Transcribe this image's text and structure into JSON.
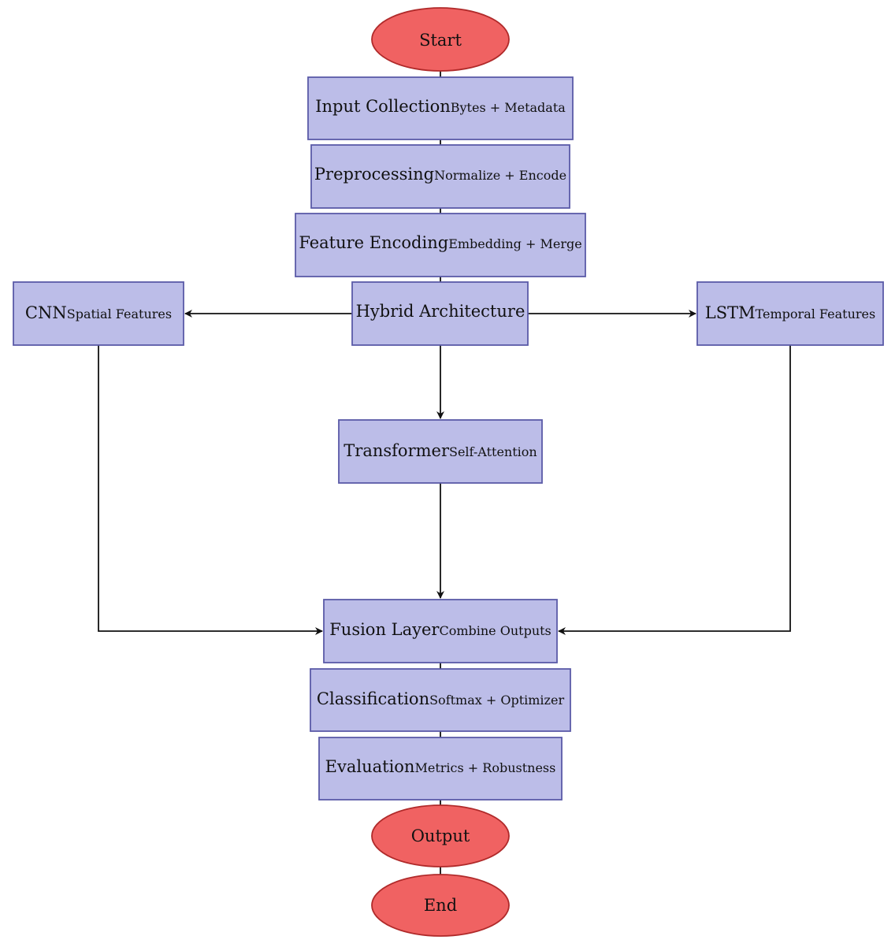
{
  "colors": {
    "process_fill": "#bcbde8",
    "process_stroke": "#5b5ba8",
    "terminal_fill": "#f06262",
    "terminal_stroke": "#b02a2a",
    "edge": "#111111"
  },
  "nodes": {
    "start": {
      "label": "Start"
    },
    "input": {
      "main": "Input Collection",
      "sub": "Bytes + Metadata"
    },
    "preprocessing": {
      "main": "Preprocessing",
      "sub": "Normalize + Encode"
    },
    "feature": {
      "main": "Feature Encoding",
      "sub": "Embedding + Merge"
    },
    "hybrid": {
      "main": "Hybrid Architecture",
      "sub": ""
    },
    "cnn": {
      "main": "CNN",
      "sub": "Spatial Features"
    },
    "lstm": {
      "main": "LSTM",
      "sub": "Temporal Features"
    },
    "transformer": {
      "main": "Transformer",
      "sub": "Self-Attention"
    },
    "fusion": {
      "main": "Fusion Layer",
      "sub": "Combine Outputs"
    },
    "classification": {
      "main": "Classification",
      "sub": "Softmax + Optimizer"
    },
    "evaluation": {
      "main": "Evaluation",
      "sub": "Metrics + Robustness"
    },
    "output": {
      "label": "Output"
    },
    "end": {
      "label": "End"
    }
  },
  "edges": [
    {
      "from": "start",
      "to": "input"
    },
    {
      "from": "input",
      "to": "preprocessing"
    },
    {
      "from": "preprocessing",
      "to": "feature"
    },
    {
      "from": "feature",
      "to": "hybrid"
    },
    {
      "from": "hybrid",
      "to": "cnn"
    },
    {
      "from": "hybrid",
      "to": "lstm"
    },
    {
      "from": "hybrid",
      "to": "transformer"
    },
    {
      "from": "cnn",
      "to": "fusion"
    },
    {
      "from": "transformer",
      "to": "fusion"
    },
    {
      "from": "lstm",
      "to": "fusion"
    },
    {
      "from": "fusion",
      "to": "classification"
    },
    {
      "from": "classification",
      "to": "evaluation"
    },
    {
      "from": "evaluation",
      "to": "output"
    },
    {
      "from": "output",
      "to": "end"
    }
  ]
}
